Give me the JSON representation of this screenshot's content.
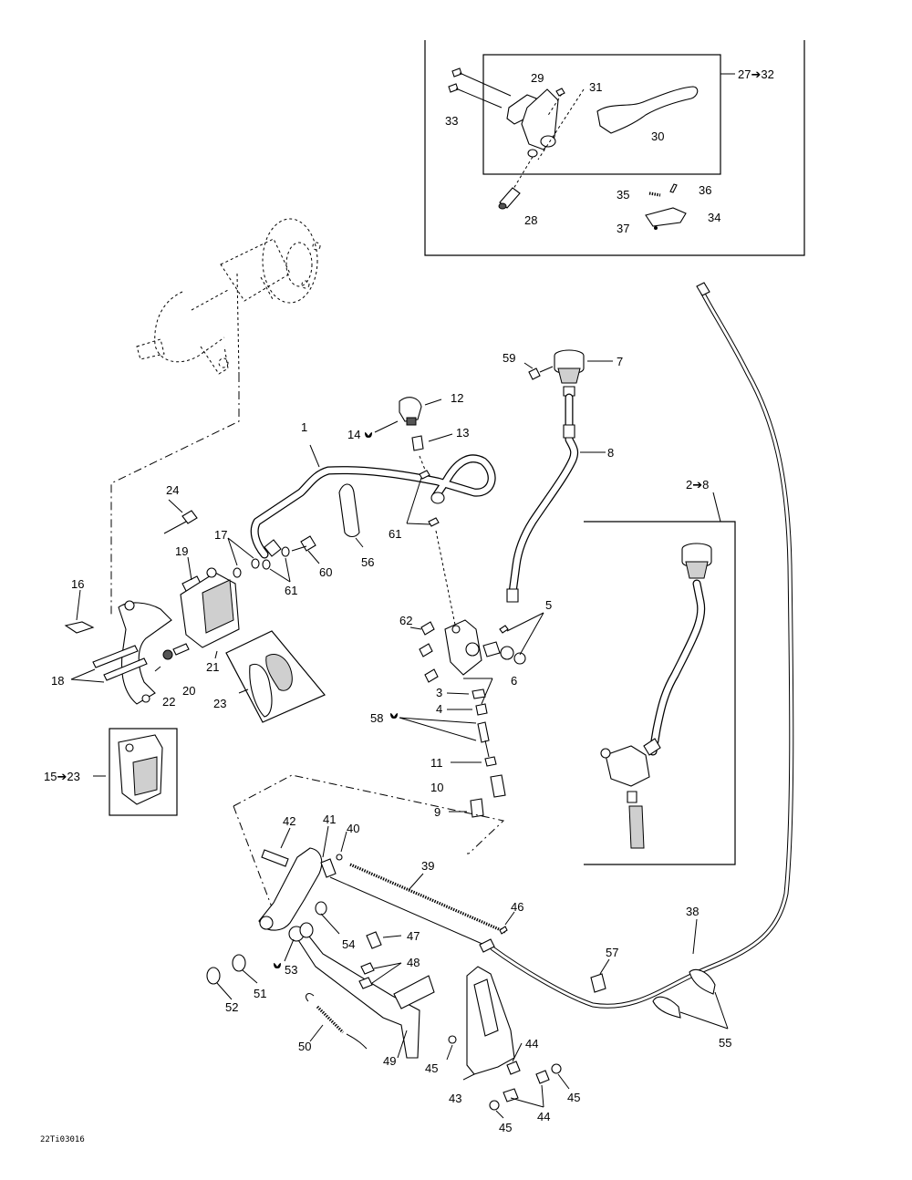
{
  "drawing_code": "22Ti03016",
  "callouts": [
    {
      "id": "c1",
      "text": "1"
    },
    {
      "id": "c2to8",
      "text": "2➔8"
    },
    {
      "id": "c3",
      "text": "3"
    },
    {
      "id": "c4",
      "text": "4"
    },
    {
      "id": "c5",
      "text": "5"
    },
    {
      "id": "c6",
      "text": "6"
    },
    {
      "id": "c7",
      "text": "7"
    },
    {
      "id": "c8",
      "text": "8"
    },
    {
      "id": "c9",
      "text": "9"
    },
    {
      "id": "c10",
      "text": "10"
    },
    {
      "id": "c11",
      "text": "11"
    },
    {
      "id": "c12",
      "text": "12"
    },
    {
      "id": "c13",
      "text": "13"
    },
    {
      "id": "c14",
      "text": "14"
    },
    {
      "id": "c15to23",
      "text": "15➔23"
    },
    {
      "id": "c16",
      "text": "16"
    },
    {
      "id": "c17",
      "text": "17"
    },
    {
      "id": "c18",
      "text": "18"
    },
    {
      "id": "c19",
      "text": "19"
    },
    {
      "id": "c20",
      "text": "20"
    },
    {
      "id": "c21",
      "text": "21"
    },
    {
      "id": "c22",
      "text": "22"
    },
    {
      "id": "c23",
      "text": "23"
    },
    {
      "id": "c24",
      "text": "24"
    },
    {
      "id": "c27to32",
      "text": "27➔32"
    },
    {
      "id": "c28",
      "text": "28"
    },
    {
      "id": "c29",
      "text": "29"
    },
    {
      "id": "c30",
      "text": "30"
    },
    {
      "id": "c31",
      "text": "31"
    },
    {
      "id": "c33",
      "text": "33"
    },
    {
      "id": "c34",
      "text": "34"
    },
    {
      "id": "c35",
      "text": "35"
    },
    {
      "id": "c36",
      "text": "36"
    },
    {
      "id": "c37",
      "text": "37"
    },
    {
      "id": "c38",
      "text": "38"
    },
    {
      "id": "c39",
      "text": "39"
    },
    {
      "id": "c40",
      "text": "40"
    },
    {
      "id": "c41",
      "text": "41"
    },
    {
      "id": "c42",
      "text": "42"
    },
    {
      "id": "c43",
      "text": "43"
    },
    {
      "id": "c44a",
      "text": "44"
    },
    {
      "id": "c44b",
      "text": "44"
    },
    {
      "id": "c45a",
      "text": "45"
    },
    {
      "id": "c45b",
      "text": "45"
    },
    {
      "id": "c45c",
      "text": "45"
    },
    {
      "id": "c46",
      "text": "46"
    },
    {
      "id": "c47",
      "text": "47"
    },
    {
      "id": "c48",
      "text": "48"
    },
    {
      "id": "c49",
      "text": "49"
    },
    {
      "id": "c50",
      "text": "50"
    },
    {
      "id": "c51",
      "text": "51"
    },
    {
      "id": "c52",
      "text": "52"
    },
    {
      "id": "c53",
      "text": "53"
    },
    {
      "id": "c54",
      "text": "54"
    },
    {
      "id": "c55",
      "text": "55"
    },
    {
      "id": "c56",
      "text": "56"
    },
    {
      "id": "c57",
      "text": "57"
    },
    {
      "id": "c58",
      "text": "58"
    },
    {
      "id": "c59",
      "text": "59"
    },
    {
      "id": "c60",
      "text": "60"
    },
    {
      "id": "c61a",
      "text": "61"
    },
    {
      "id": "c61b",
      "text": "61"
    },
    {
      "id": "c62",
      "text": "62"
    }
  ]
}
